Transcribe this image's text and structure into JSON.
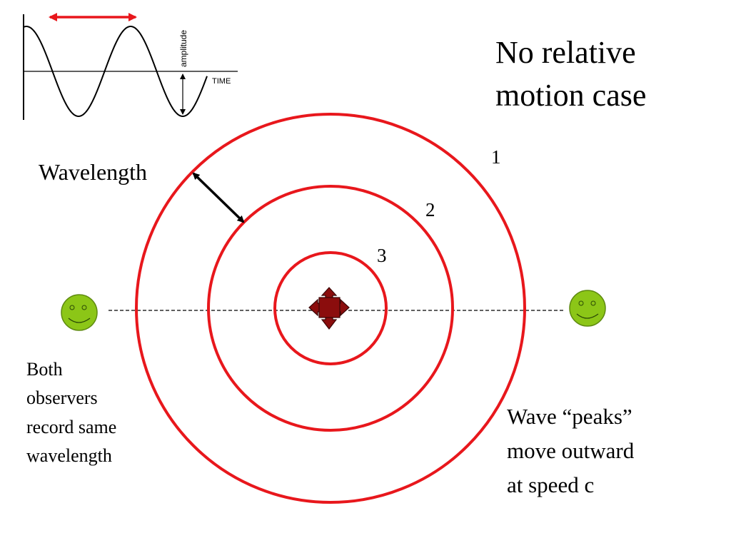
{
  "title": {
    "line1": "No relative",
    "line2": "motion case"
  },
  "ring_numbers": [
    "1",
    "2",
    "3"
  ],
  "wavelength_label": "Wavelength",
  "observers_caption": [
    "Both",
    "observers",
    "record same",
    "wavelength"
  ],
  "peaks_caption": [
    "Wave “peaks”",
    "move outward",
    "at speed c"
  ],
  "wave_graph": {
    "y_axis_label": "amplitude",
    "x_axis_label": "TIME"
  },
  "colors": {
    "wave_rings": "#e8171c",
    "source": "#8b0d0d",
    "observer_face": "#8cc617",
    "observer_outline": "#5e8a10",
    "arrow_red": "#e8171c"
  },
  "icons": {
    "source": "four-way-arrow-icon",
    "observer": "smiley-face-icon"
  }
}
